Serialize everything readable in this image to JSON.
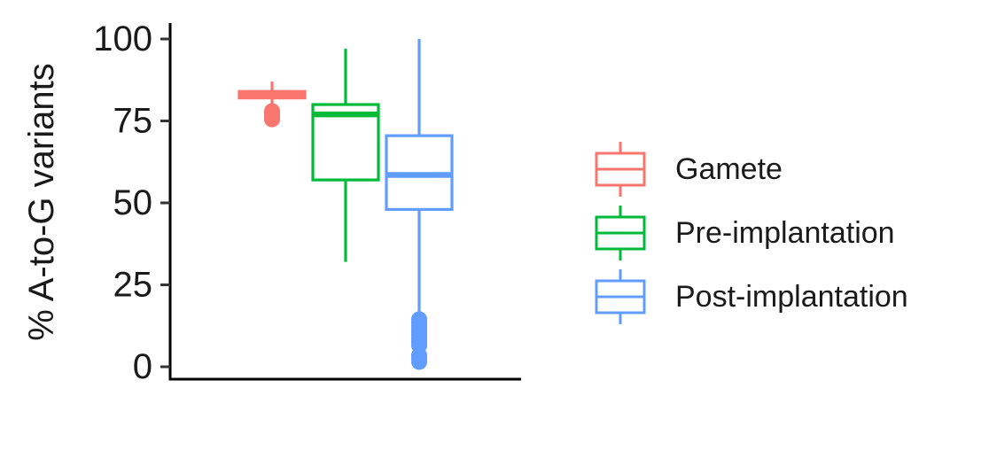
{
  "chart_data": {
    "type": "boxplot",
    "ylabel": "% A-to-G variants",
    "xlabel": "",
    "ylim": [
      0,
      100
    ],
    "yticks": [
      0,
      25,
      50,
      75,
      100
    ],
    "y_tick_labels": [
      "0",
      "25",
      "50",
      "75",
      "100"
    ],
    "grid": false,
    "legend_position": "right",
    "series": [
      {
        "name": "Gamete",
        "color": "#F8766D",
        "whisker_low": 78,
        "q1": 82,
        "median": 83,
        "q3": 84,
        "whisker_high": 87,
        "outliers": [
          75.5,
          76.2,
          76.8,
          77.4,
          78
        ]
      },
      {
        "name": "Pre-implantation",
        "color": "#00BA38",
        "whisker_low": 32,
        "q1": 57,
        "median": 77,
        "q3": 80,
        "whisker_high": 97,
        "outliers": []
      },
      {
        "name": "Post-implantation",
        "color": "#619CFF",
        "whisker_low": 15,
        "q1": 48,
        "median": 58.5,
        "q3": 70.5,
        "whisker_high": 100,
        "outliers": [
          1.5,
          2.5,
          3.5,
          6.5,
          7.5,
          8.5,
          9.5,
          10.5,
          11.5,
          12.5,
          13.5,
          14.5
        ]
      }
    ]
  }
}
